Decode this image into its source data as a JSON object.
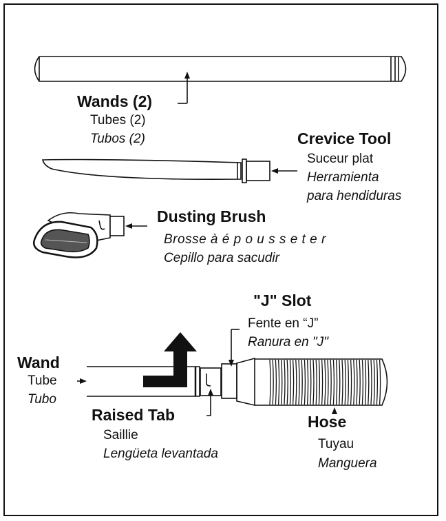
{
  "parts": {
    "wands": {
      "en": "Wands (2)",
      "fr": "Tubes (2)",
      "es": "Tubos (2)"
    },
    "crevice": {
      "en": "Crevice Tool",
      "fr": "Suceur plat",
      "es_line1": "Herramienta",
      "es_line2": "para hendiduras"
    },
    "brush": {
      "en": "Dusting Brush",
      "fr": "Brosse à é p o u s s e t e r",
      "es": "Cepillo para sacudir"
    },
    "jslot": {
      "en": "\"J\" Slot",
      "fr": "Fente en “J”",
      "es": "Ranura en \"J\""
    },
    "wand": {
      "en": "Wand",
      "fr": "Tube",
      "es": "Tubo"
    },
    "tab": {
      "en": "Raised Tab",
      "fr": "Saillie",
      "es": "Lengüeta levantada"
    },
    "hose": {
      "en": "Hose",
      "fr": "Tuyau",
      "es": "Manguera"
    }
  }
}
